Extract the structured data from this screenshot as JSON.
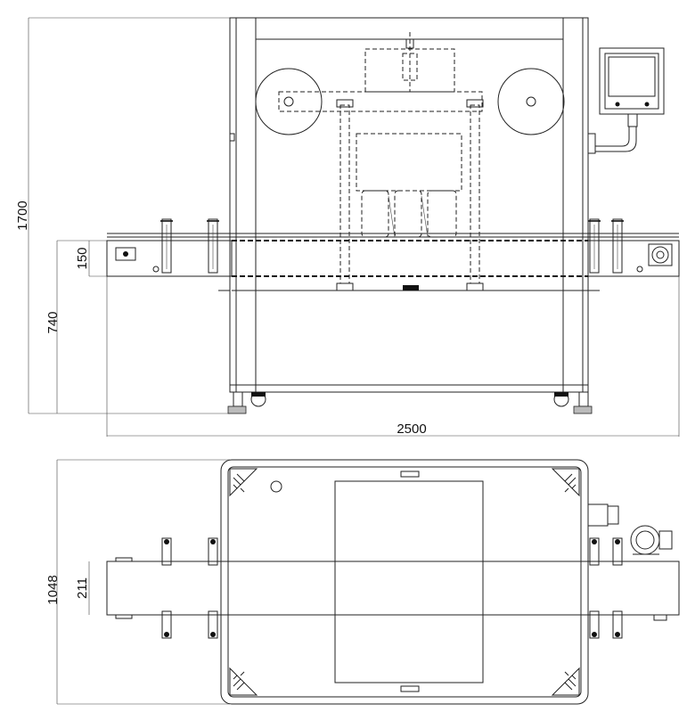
{
  "dimensions": {
    "overall_height": "1700",
    "table_height": "740",
    "conveyor_band": "150",
    "overall_length": "2500",
    "overall_depth": "1048",
    "conveyor_width": "211"
  }
}
